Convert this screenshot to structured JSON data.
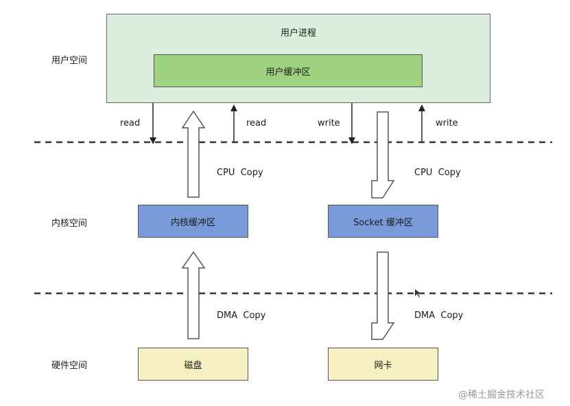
{
  "layers": {
    "user_space": "用户空间",
    "kernel_space": "内核空间",
    "hardware_space": "硬件空间"
  },
  "boxes": {
    "user_process": "用户进程",
    "user_buffer": "用户缓冲区",
    "kernel_buffer": "内核缓冲区",
    "socket_buffer": "Socket 缓冲区",
    "disk": "磁盘",
    "nic": "网卡"
  },
  "labels": {
    "read_left": "read",
    "read_right": "read",
    "write_left": "write",
    "write_right": "write",
    "cpu_copy_left": "CPU  Copy",
    "cpu_copy_right": "CPU  Copy",
    "dma_copy_left": "DMA  Copy",
    "dma_copy_right": "DMA  Copy"
  },
  "watermark": "@稀土掘金技术社区",
  "colors": {
    "user_process_fill": "#dceedd",
    "user_buffer_fill": "#9fd382",
    "kernel_fill": "#7a9bd9",
    "hardware_fill": "#f6efc2",
    "line": "#333333"
  }
}
